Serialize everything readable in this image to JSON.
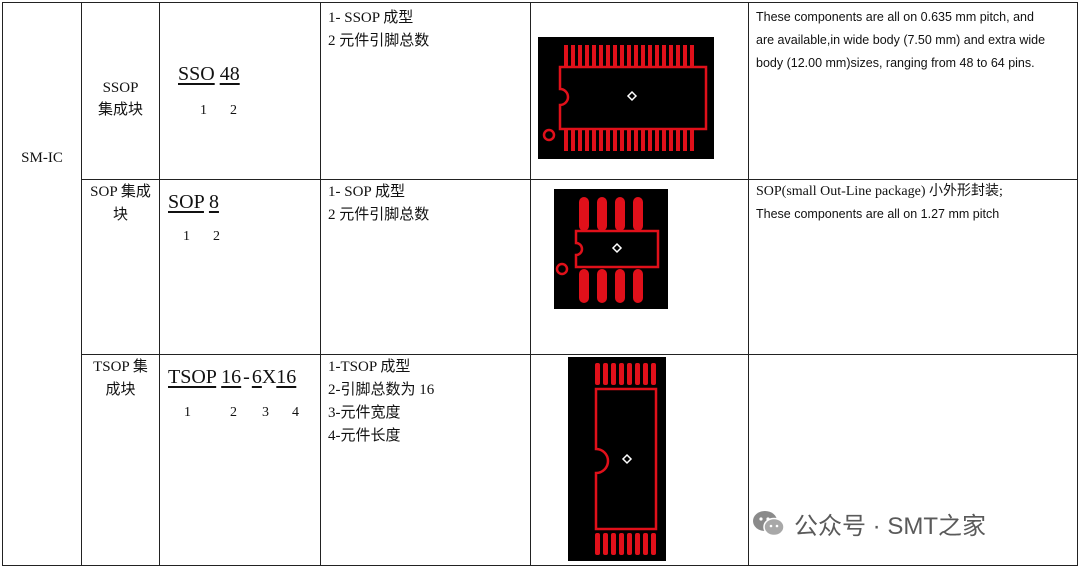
{
  "table": {
    "category": "SM-IC",
    "rows": [
      {
        "type_label": [
          "SSOP",
          "集成块"
        ],
        "code_parts": [
          "SSO",
          "48"
        ],
        "code_index": [
          "1",
          "2"
        ],
        "desc_lines": [
          "1- SSOP 成型",
          "2 元件引脚总数"
        ],
        "note_lines": [
          "These components are all on 0.635 mm pitch, and",
          "are available,in wide body (7.50 mm) and extra wide",
          "body (12.00 mm)sizes, ranging from 48 to 64 pins."
        ]
      },
      {
        "type_label": [
          "SOP 集成",
          "块"
        ],
        "code_parts": [
          "SOP",
          "8"
        ],
        "code_index": [
          "1",
          "2"
        ],
        "desc_lines": [
          "1- SOP 成型",
          "2 元件引脚总数"
        ],
        "note_lines": [
          "SOP(small Out-Line package)  小外形封装;",
          "These components are all on 1.27 mm pitch"
        ]
      },
      {
        "type_label": [
          "TSOP 集",
          "成块"
        ],
        "code_parts": [
          "TSOP",
          "16",
          "-",
          "6",
          "X",
          "16"
        ],
        "code_index": [
          "1",
          "2",
          "3",
          "4"
        ],
        "desc_lines": [
          "1-TSOP 成型",
          "2-引脚总数为 16",
          "3-元件宽度",
          "4-元件长度"
        ],
        "note_lines": []
      }
    ]
  },
  "watermark": {
    "text": "公众号 · SMT之家",
    "icon": "wechat-icon"
  },
  "colors": {
    "pad": "#e0101a",
    "footprint_bg": "#000000",
    "border": "#222222"
  }
}
